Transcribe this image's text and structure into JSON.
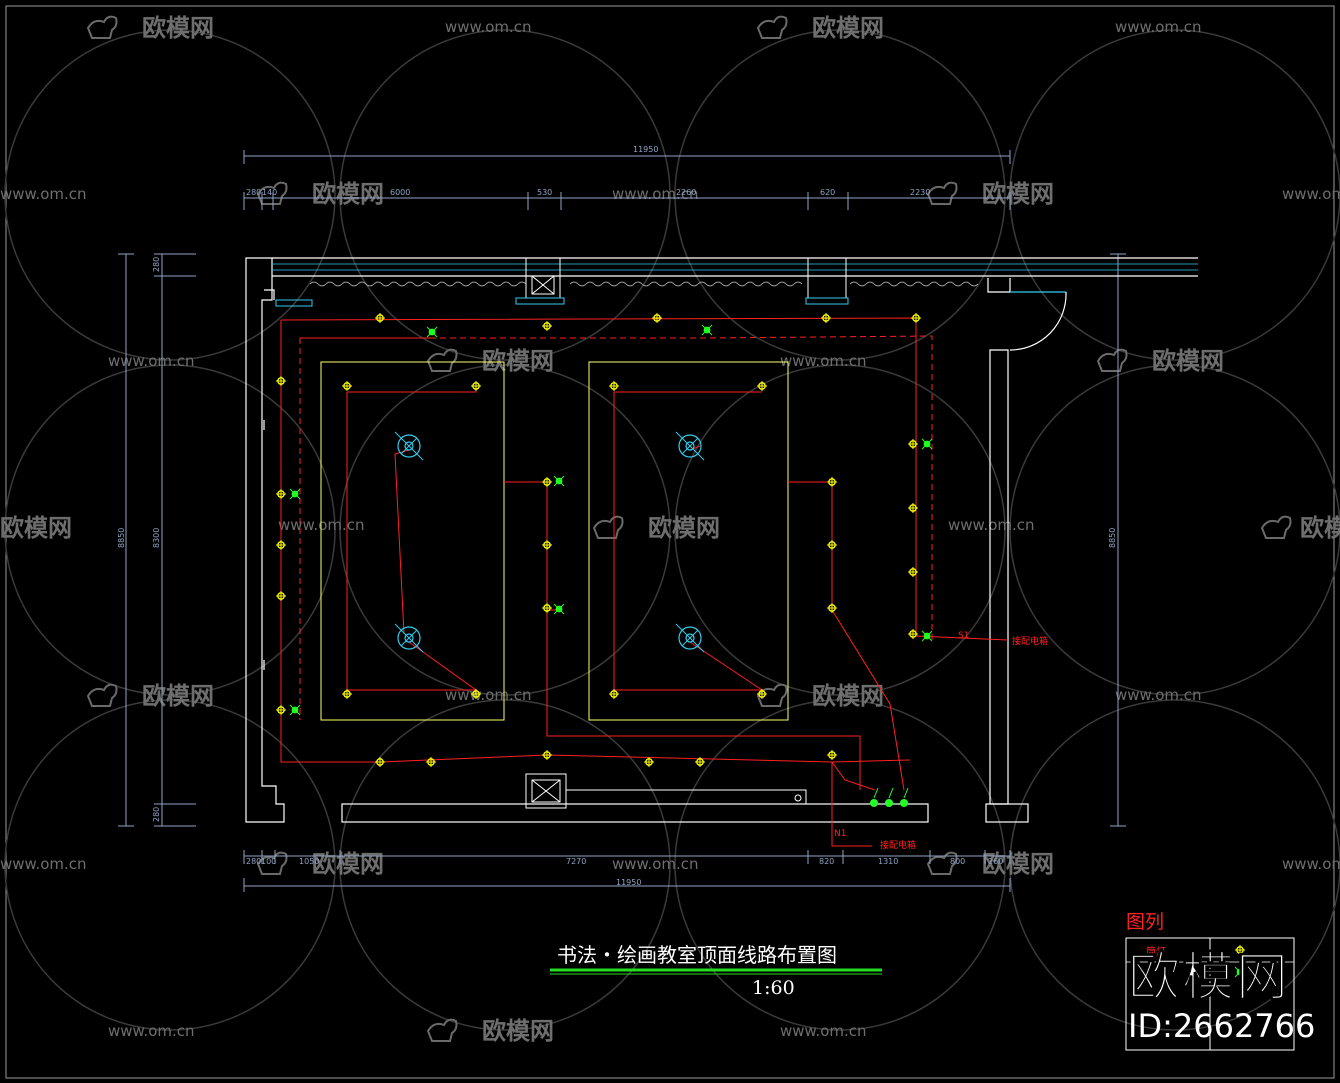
{
  "drawing": {
    "title": "书法・绘画教室顶面线路布置图",
    "scale": "1:60",
    "legend_title": "图列",
    "legend_items": [
      "筒灯"
    ],
    "background_color": "#000000",
    "colors": {
      "wall": "#ffffff",
      "dimension": "#8fa3c4",
      "ceiling_panel": "#ffff66",
      "wiring": "#ff2020",
      "fixture": "#ffff00",
      "emergency_fixture": "#22ff22",
      "duct": "#33ccee",
      "title_underline": "#22dd22",
      "legend_title": "#ff2020"
    }
  },
  "dimensions": {
    "top_overall": "11950",
    "top_segments": [
      "280",
      "140",
      "6000",
      "530",
      "2260",
      "620",
      "2230"
    ],
    "bottom_overall": "11950",
    "bottom_segments": [
      "280",
      "100",
      "1050",
      "7270",
      "820",
      "1310",
      "800",
      "260"
    ],
    "left_overall": "8850",
    "left_inner": "8300",
    "left_segments": [
      "280",
      "280"
    ],
    "right_overall": "8850"
  },
  "labels": {
    "circuit_1": "S1",
    "panel_1": "接配电箱",
    "circuit_2": "N1",
    "panel_2": "接配电箱"
  },
  "watermark": {
    "brand": "欧模网",
    "url": "www.om.cn",
    "id_label": "ID:2662766"
  },
  "icons": {
    "downlight": "downlight-icon",
    "emergency_light": "emergency-light-icon",
    "ceiling_fan": "ceiling-fan-icon",
    "ac_unit": "ac-unit-icon"
  }
}
